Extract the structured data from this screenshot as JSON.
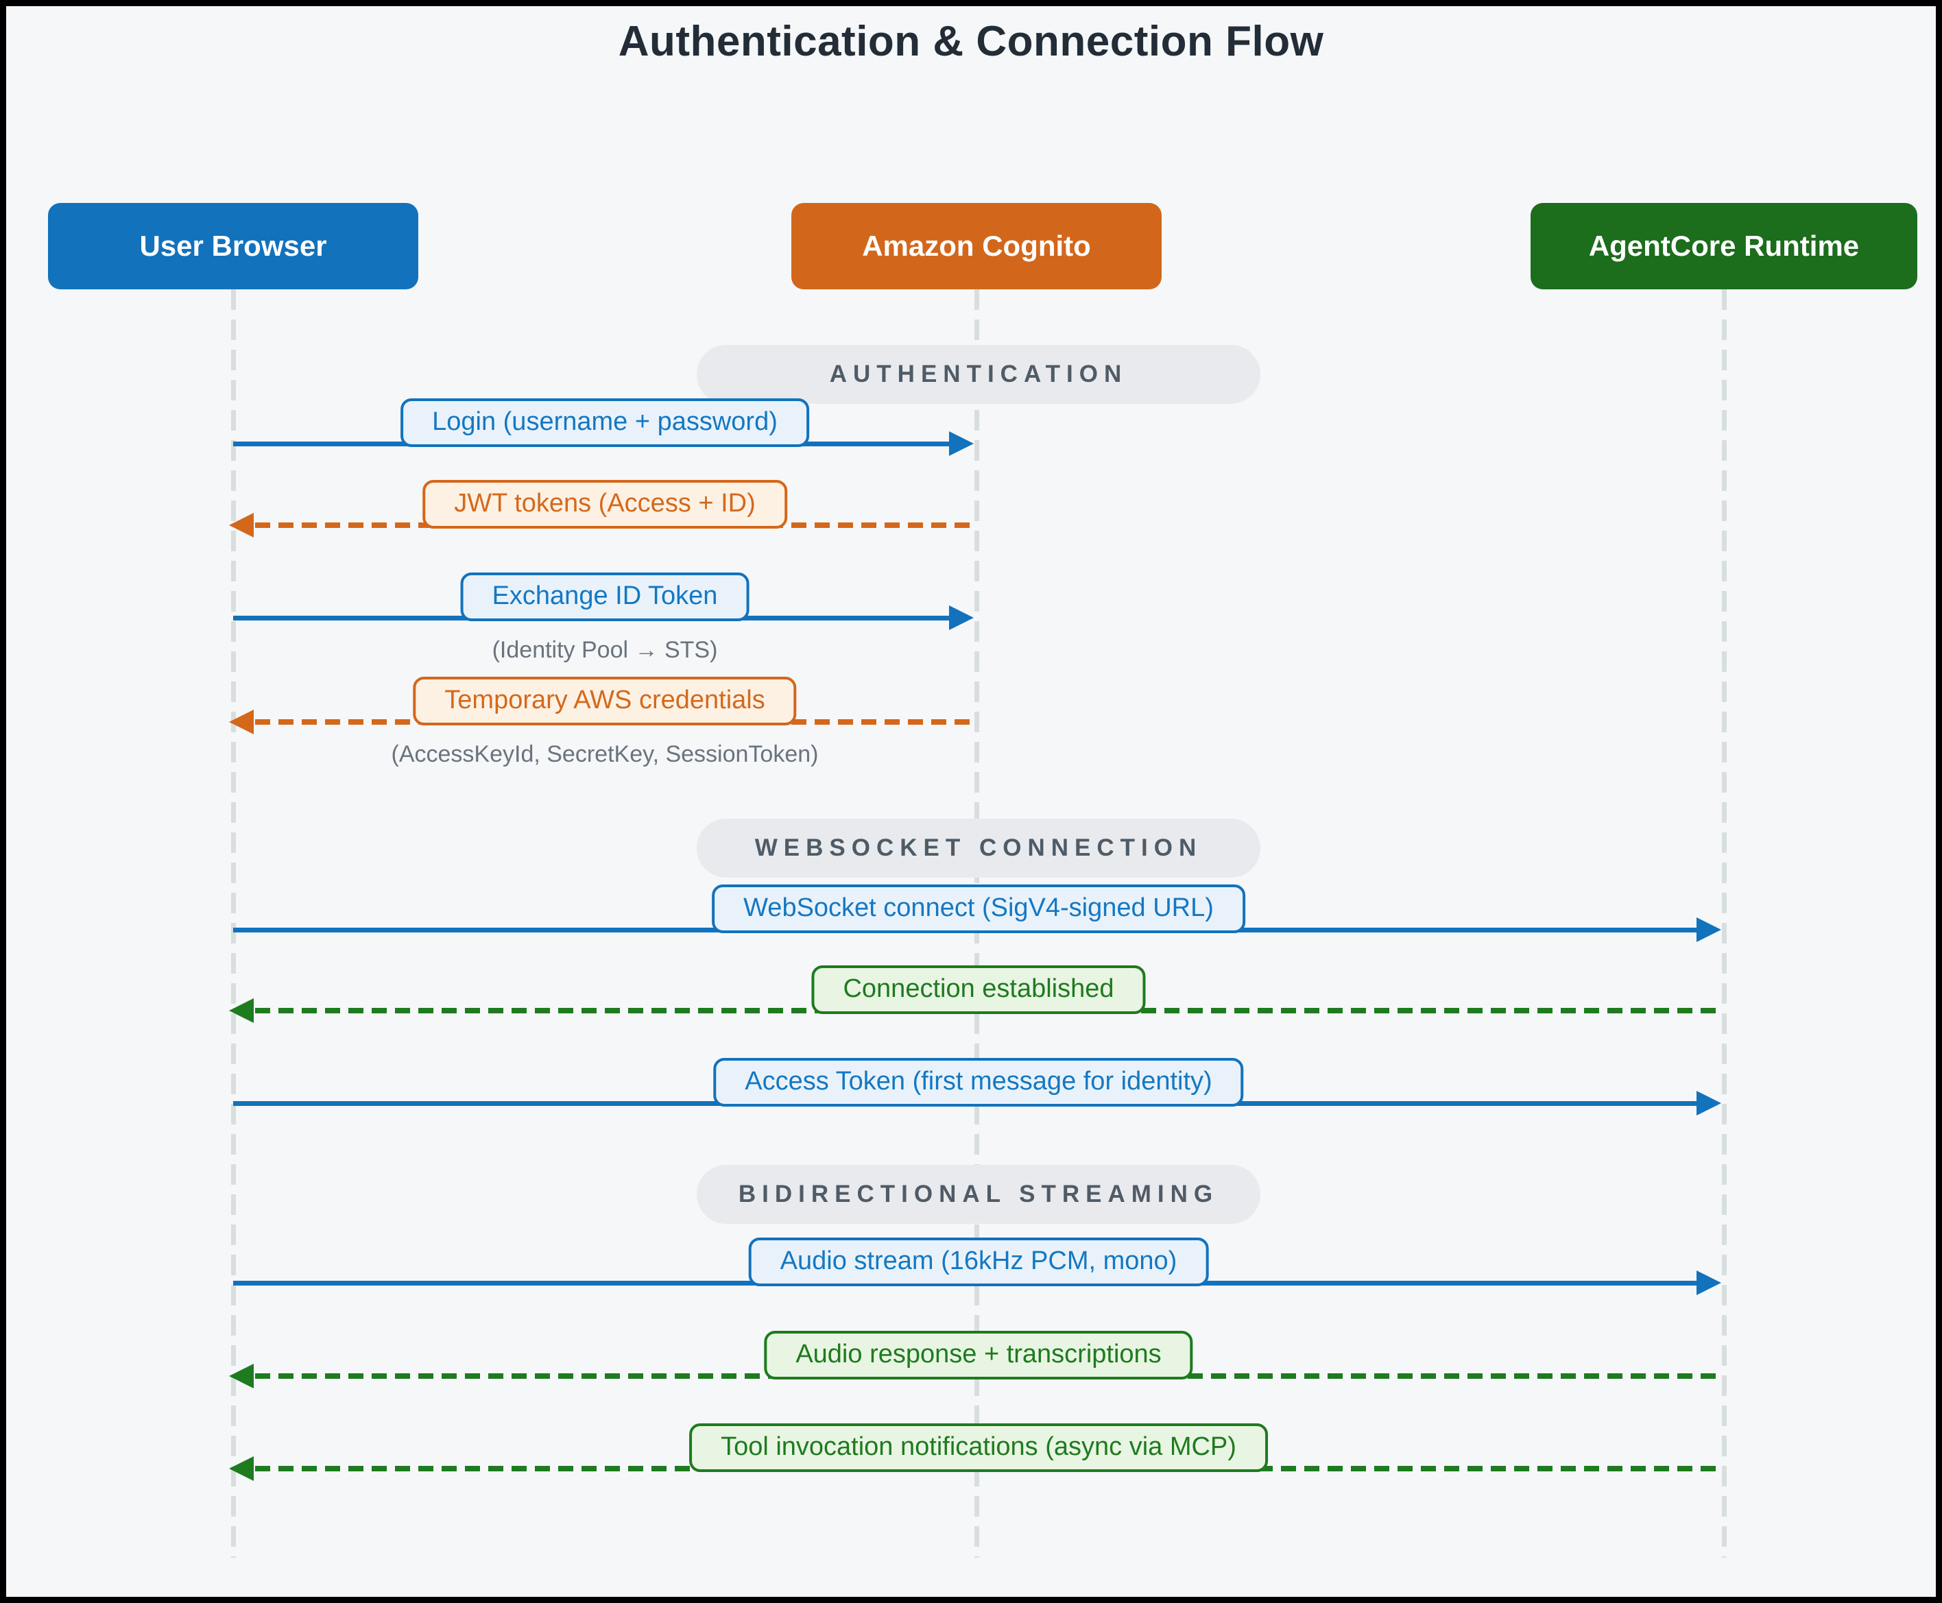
{
  "title": "Authentication & Connection Flow",
  "actors": [
    {
      "label": "User Browser",
      "color": "#1272bc"
    },
    {
      "label": "Amazon Cognito",
      "color": "#d2671b"
    },
    {
      "label": "AgentCore Runtime",
      "color": "#1c6d1c"
    }
  ],
  "themes": {
    "blue": {
      "line": "#1272bc",
      "text": "#1478c2",
      "fill": "#e9f2fb"
    },
    "orange": {
      "line": "#d4671a",
      "text": "#d4691c",
      "fill": "#fdf1e4"
    },
    "green": {
      "line": "#1e7b1f",
      "text": "#1e7b1f",
      "fill": "#e9f5e3"
    }
  },
  "ui_colors": {
    "background": "#f5f7f9",
    "frame": "#000000",
    "section_pill_bg": "#e8eaed",
    "section_pill_text": "#4f5b66",
    "lifeline": "#d8dede",
    "note_text": "#6a737d",
    "title_text": "#232d38"
  },
  "rows": [
    {
      "type": "section",
      "label": "AUTHENTICATION"
    },
    {
      "type": "message",
      "label": "Login (username + password)",
      "from": "User Browser",
      "to": "Amazon Cognito",
      "line": "solid",
      "theme": "blue"
    },
    {
      "type": "message",
      "label": "JWT tokens (Access + ID)",
      "from": "Amazon Cognito",
      "to": "User Browser",
      "line": "dashed",
      "theme": "orange"
    },
    {
      "type": "message",
      "label": "Exchange ID Token",
      "note": "(Identity Pool → STS)",
      "from": "User Browser",
      "to": "Amazon Cognito",
      "line": "solid",
      "theme": "blue"
    },
    {
      "type": "message",
      "label": "Temporary AWS credentials",
      "note": "(AccessKeyId, SecretKey, SessionToken)",
      "from": "Amazon Cognito",
      "to": "User Browser",
      "line": "dashed",
      "theme": "orange"
    },
    {
      "type": "section",
      "label": "WEBSOCKET CONNECTION"
    },
    {
      "type": "message",
      "label": "WebSocket connect (SigV4-signed URL)",
      "from": "User Browser",
      "to": "AgentCore Runtime",
      "line": "solid",
      "theme": "blue"
    },
    {
      "type": "message",
      "label": "Connection established",
      "from": "AgentCore Runtime",
      "to": "User Browser",
      "line": "dashed",
      "theme": "green"
    },
    {
      "type": "message",
      "label": "Access Token (first message for identity)",
      "from": "User Browser",
      "to": "AgentCore Runtime",
      "line": "solid",
      "theme": "blue"
    },
    {
      "type": "section",
      "label": "BIDIRECTIONAL STREAMING"
    },
    {
      "type": "message",
      "label": "Audio stream (16kHz PCM, mono)",
      "from": "User Browser",
      "to": "AgentCore Runtime",
      "line": "solid",
      "theme": "blue"
    },
    {
      "type": "message",
      "label": "Audio response + transcriptions",
      "from": "AgentCore Runtime",
      "to": "User Browser",
      "line": "dashed",
      "theme": "green"
    },
    {
      "type": "message",
      "label": "Tool invocation notifications (async via MCP)",
      "from": "AgentCore Runtime",
      "to": "User Browser",
      "line": "dashed",
      "theme": "green"
    }
  ]
}
